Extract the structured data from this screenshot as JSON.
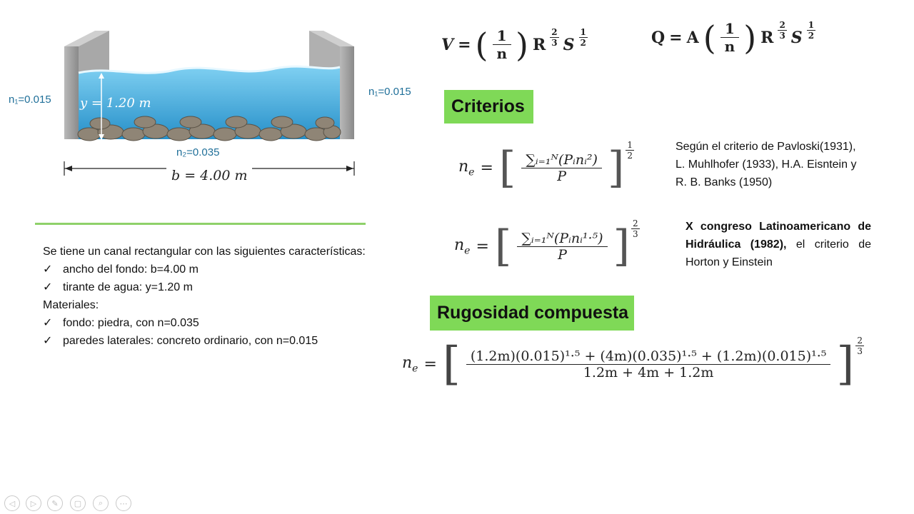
{
  "formulas": {
    "manning_v": {
      "lhs": "V",
      "eq": "=",
      "num": "1",
      "den": "n",
      "base": "R",
      "r_exp_num": "2",
      "r_exp_den": "3",
      "s": "S",
      "s_exp_num": "1",
      "s_exp_den": "2"
    },
    "manning_q": {
      "lhs": "Q",
      "eq": "=",
      "a": "A",
      "num": "1",
      "den": "n",
      "base": "R",
      "r_exp_num": "2",
      "r_exp_den": "3",
      "s": "S",
      "s_exp_num": "1",
      "s_exp_den": "2"
    },
    "pavloski": {
      "lhs": "n",
      "lhs_sub": "e",
      "numerator": "∑ᵢ₌₁ᴺ(Pᵢnᵢ²)",
      "denominator": "P",
      "exp_num": "1",
      "exp_den": "2"
    },
    "horton": {
      "lhs": "n",
      "lhs_sub": "e",
      "numerator": "∑ᵢ₌₁ᴺ(Pᵢnᵢ¹·⁵)",
      "denominator": "P",
      "exp_num": "2",
      "exp_den": "3"
    },
    "composite": {
      "lhs": "n",
      "lhs_sub": "e",
      "numerator": "(1.2m)(0.015)¹·⁵ + (4m)(0.035)¹·⁵ + (1.2m)(0.015)¹·⁵",
      "denominator": "1.2m + 4m + 1.2m",
      "exp_num": "2",
      "exp_den": "3"
    }
  },
  "headings": {
    "criterios": "Criterios",
    "rugosidad": "Rugosidad compuesta"
  },
  "references": {
    "pavloski": "Según el criterio de Pavloski(1931), L. Muhlhofer (1933), H.A. Eisntein y R. B. Banks (1950)",
    "congreso_bold": "X congreso Latinoamericano de Hidráulica (1982),",
    "congreso_rest": " el criterio de Horton y Einstein"
  },
  "diagram": {
    "n1_left": "n₁=0.015",
    "n1_right": "n₁=0.015",
    "n2": "n₂=0.035",
    "depth": "y = 1.20 m",
    "width": "b = 4.00 m"
  },
  "problem": {
    "intro": "Se tiene un canal rectangular con las siguientes características:",
    "items": [
      "ancho del fondo: b=4.00 m",
      "tirante de agua: y=1.20 m"
    ],
    "materials_title": "Materiales:",
    "materials": [
      "fondo: piedra, con n=0.035",
      "paredes laterales: concreto ordinario, con n=0.015"
    ],
    "check": "✓"
  },
  "controls": [
    "◁",
    "▷",
    "✎",
    "▢",
    "⌕",
    "⋯"
  ],
  "colors": {
    "accent_green": "#7fd957",
    "label_blue": "#1f6f99",
    "water": "#3aa9dc",
    "wall": "#9a9a9a"
  }
}
